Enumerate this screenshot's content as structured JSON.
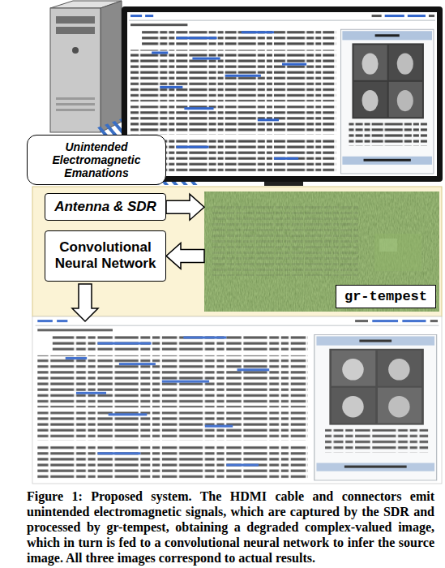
{
  "diagram": {
    "caption": "Figure 1: Proposed system. The HDMI cable and connectors emit unintended electromagnetic signals, which are captured by the SDR and processed by gr-tempest, obtaining a degraded complex-valued image, which in turn is fed to a convolutional neural network to infer the source image. All three images correspond to actual results.",
    "nodes": [
      {
        "text": [
          "Unintended Electromagnetic Emanations"
        ]
      },
      {
        "text": [
          "Antenna & SDR"
        ]
      },
      {
        "text": [
          "gr-tempest"
        ]
      },
      {
        "text": [
          "Convolutional Neural Network"
        ]
      }
    ],
    "edges": [
      {
        "from": 1,
        "to": 2,
        "arrow": "to"
      },
      {
        "from": 2,
        "to": 3,
        "arrow": "to"
      }
    ]
  }
}
